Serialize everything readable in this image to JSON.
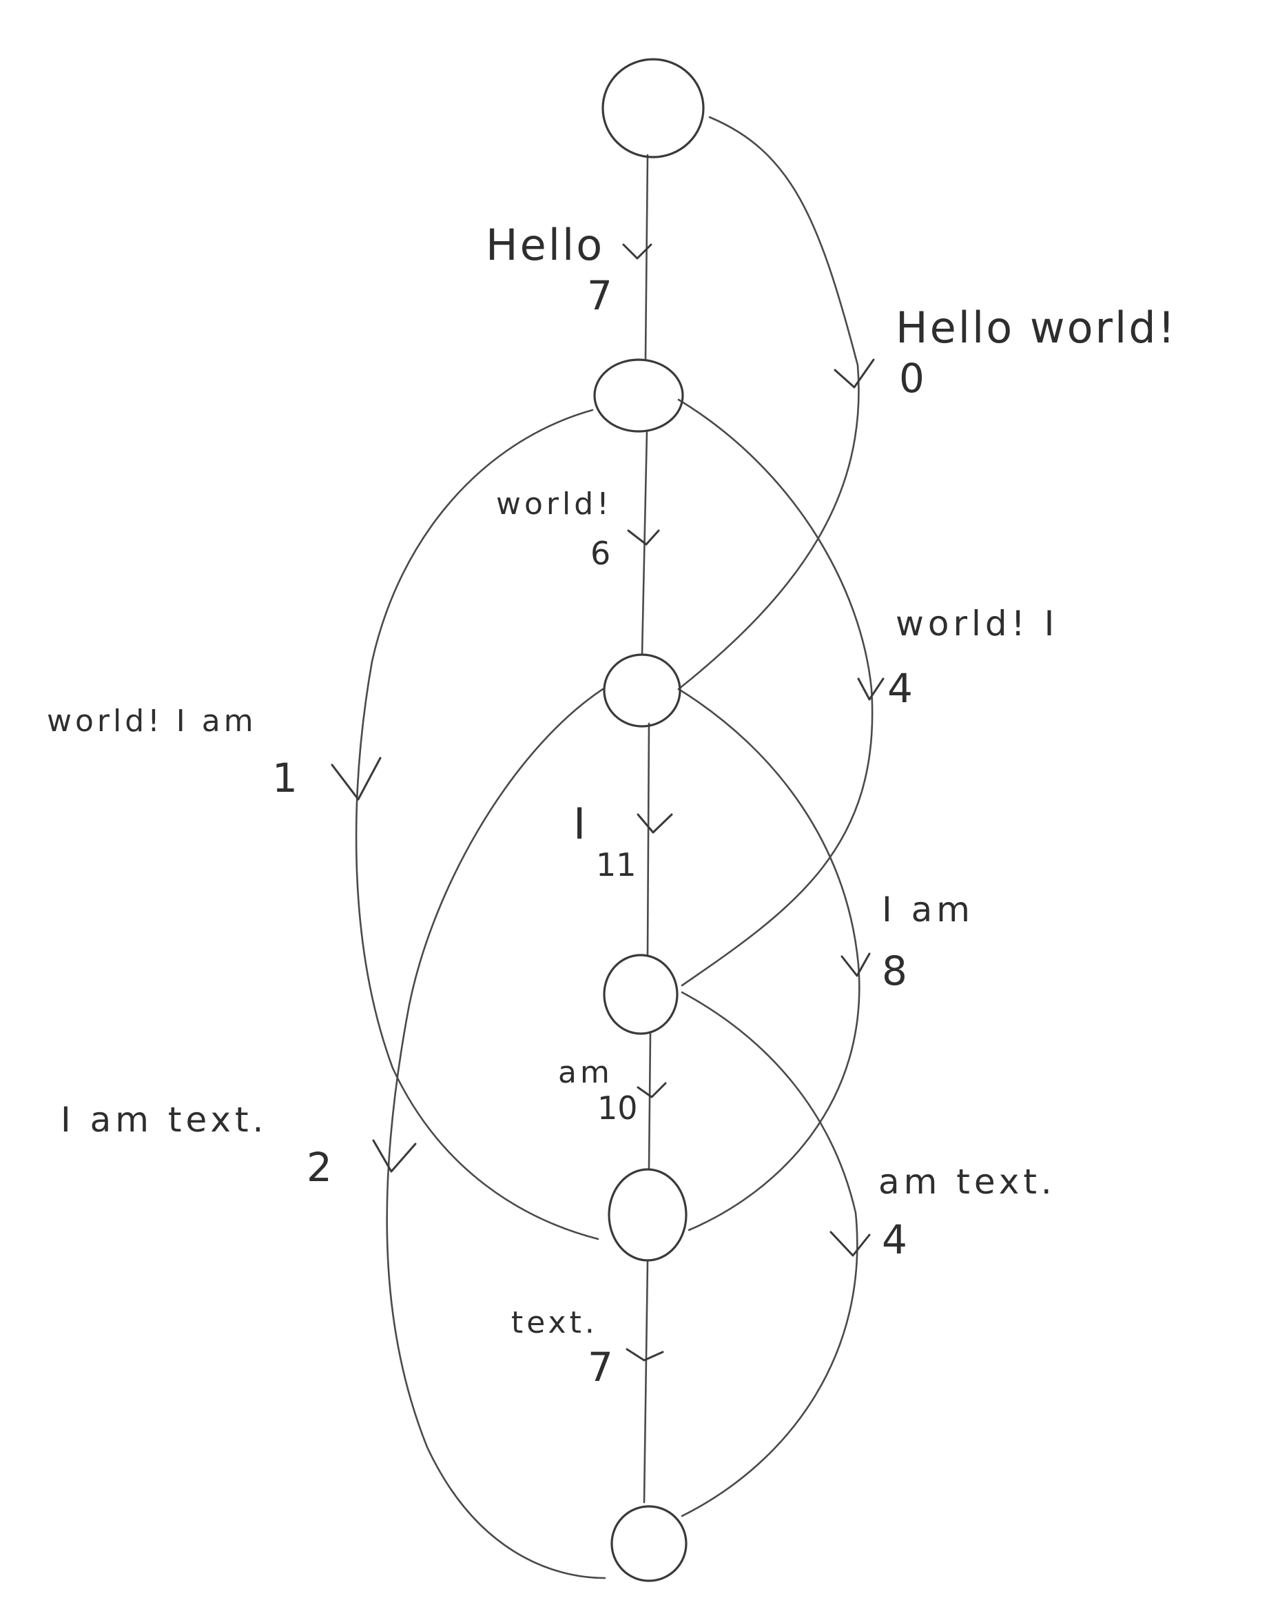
{
  "nodes": [
    {
      "id": "n0"
    },
    {
      "id": "n1"
    },
    {
      "id": "n2"
    },
    {
      "id": "n3"
    },
    {
      "id": "n4"
    },
    {
      "id": "n5"
    },
    {
      "id": "n6"
    }
  ],
  "edges": [
    {
      "from": "n0",
      "to": "n1",
      "text": "Hello",
      "weight": "7"
    },
    {
      "from": "n0",
      "to": "n2",
      "text": "Hello world!",
      "weight": "0"
    },
    {
      "from": "n1",
      "to": "n2",
      "text": "world!",
      "weight": "6"
    },
    {
      "from": "n1",
      "to": "n3",
      "text": "world! I",
      "weight": "4"
    },
    {
      "from": "n1",
      "to": "n4",
      "text": "world! I am",
      "weight": "1"
    },
    {
      "from": "n2",
      "to": "n3",
      "text": "I",
      "weight": "11"
    },
    {
      "from": "n2",
      "to": "n4",
      "text": "I am",
      "weight": "8"
    },
    {
      "from": "n2",
      "to": "n6",
      "text": "I am text.",
      "weight": "2"
    },
    {
      "from": "n3",
      "to": "n4",
      "text": "am",
      "weight": "10"
    },
    {
      "from": "n3",
      "to": "n6",
      "text": "am text.",
      "weight": "4"
    },
    {
      "from": "n4",
      "to": "n6",
      "text": "text.",
      "weight": "7"
    }
  ]
}
